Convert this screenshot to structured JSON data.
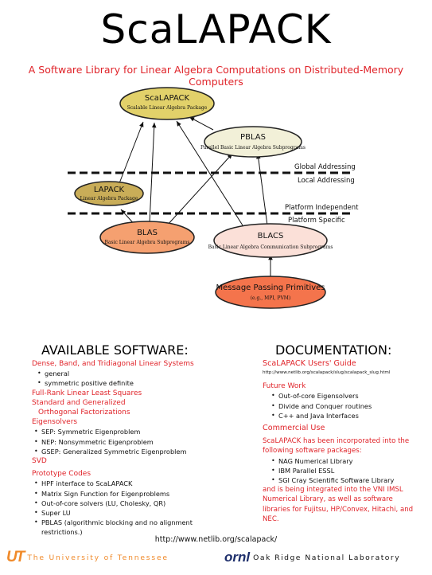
{
  "title": "ScaLAPACK",
  "subtitle": "A Software Library for Linear Algebra Computations on Distributed-Memory Computers",
  "diagram": {
    "nodes": [
      {
        "id": "scalapack",
        "title": "ScaLAPACK",
        "sub": "Scalable Linear Algebra Package",
        "fill": "#e2d16a"
      },
      {
        "id": "pblas",
        "title": "PBLAS",
        "sub": "Parallel Basic Linear Algebra Subprograms",
        "fill": "#f2f0d8"
      },
      {
        "id": "lapack",
        "title": "LAPACK",
        "sub": "Linear Algebra Package",
        "fill": "#c9ad58"
      },
      {
        "id": "blas",
        "title": "BLAS",
        "sub": "Basic Linear Algebra Subprograms",
        "fill": "#f5a070"
      },
      {
        "id": "blacs",
        "title": "BLACS",
        "sub": "Basic Linear Algebra Communication Subprograms",
        "fill": "#fbe0d8"
      },
      {
        "id": "mpp",
        "title": "Message Passing Primitives",
        "sub": "(e.g., MPI, PVM)",
        "fill": "#f4744c"
      }
    ],
    "layer_labels": {
      "global": "Global Addressing",
      "local": "Local Addressing",
      "independent": "Platform Independent",
      "specific": "Platform Specific"
    }
  },
  "available": {
    "heading": "AVAILABLE SOFTWARE:",
    "dense_heading": "Dense, Band, and Tridiagonal Linear Systems",
    "dense_items": [
      "general",
      "symmetric positive definite"
    ],
    "lls_heading": "Full-Rank Linear Least Squares",
    "sg_heading_1": "Standard and Generalized",
    "sg_heading_2": "Orthogonal Factorizations",
    "eigen_heading": "Eigensolvers",
    "eigen_items": [
      "SEP: Symmetric Eigenproblem",
      "NEP: Nonsymmetric Eigenproblem",
      "GSEP: Generalized Symmetric Eigenproblem"
    ],
    "svd_heading": "SVD",
    "proto_heading": "Prototype Codes",
    "proto_items": [
      "HPF interface to ScaLAPACK",
      "Matrix Sign Function for Eigenproblems",
      "Out-of-core solvers (LU, Cholesky, QR)",
      "Super LU",
      "PBLAS (algorithmic blocking and no alignment restrictions.)"
    ]
  },
  "documentation": {
    "heading": "DOCUMENTATION:",
    "guide_heading": "ScaLAPACK Users' Guide",
    "guide_url": "http://www.netlib.org/scalapack/slug/scalapack_slug.html",
    "future_heading": "Future Work",
    "future_items": [
      "Out-of-core Eigensolvers",
      "Divide and Conquer routines",
      "C++ and Java Interfaces"
    ],
    "commercial_heading": "Commercial Use",
    "commercial_intro": "ScaLAPACK has been incorporated into the following software packages:",
    "commercial_items": [
      "NAG Numerical Library",
      "IBM Parallel ESSL",
      "SGI Cray Scientific Software  Library"
    ],
    "commercial_outro": "and is being integrated into the VNI IMSL Numerical Library, as well as software libraries for Fujitsu,  HP/Convex, Hitachi, and NEC."
  },
  "footer": {
    "url": "http://www.netlib.org/scalapack/",
    "utk_logo": "UT",
    "utk_name": "The University of Tennessee",
    "ornl_logo": "ornl",
    "ornl_name": "Oak Ridge National Laboratory"
  },
  "colors": {
    "accent_red": "#e0242a",
    "utk_orange": "#f08a2a",
    "ornl_navy": "#1d2e6b"
  }
}
